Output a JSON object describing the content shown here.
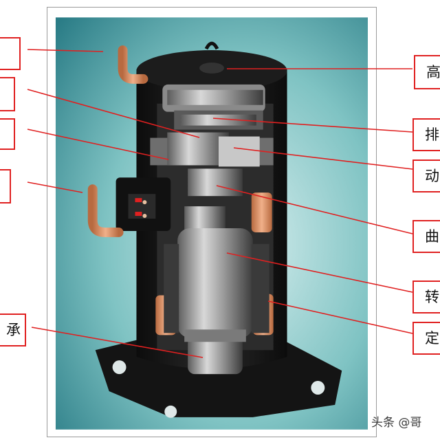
{
  "labels": {
    "left": [
      {
        "id": "l1",
        "text": ""
      },
      {
        "id": "l2",
        "text": ""
      },
      {
        "id": "l3",
        "text": ""
      },
      {
        "id": "l4",
        "text": ""
      },
      {
        "id": "l5",
        "text": "承"
      }
    ],
    "right": [
      {
        "id": "r1",
        "text": "高"
      },
      {
        "id": "r2",
        "text": "排"
      },
      {
        "id": "r3",
        "text": "动"
      },
      {
        "id": "r4",
        "text": "曲"
      },
      {
        "id": "r5",
        "text": "转"
      },
      {
        "id": "r6",
        "text": "定"
      }
    ]
  },
  "watermark": "头条 @哥",
  "colors": {
    "label_border": "#e02020",
    "leader_line": "#e02020",
    "background_top": "#2a7e86",
    "background_bottom": "#c8e8e6",
    "shell": "#1a1a1a",
    "copper": "#d88a5c",
    "steel": "#9a9a9a"
  }
}
